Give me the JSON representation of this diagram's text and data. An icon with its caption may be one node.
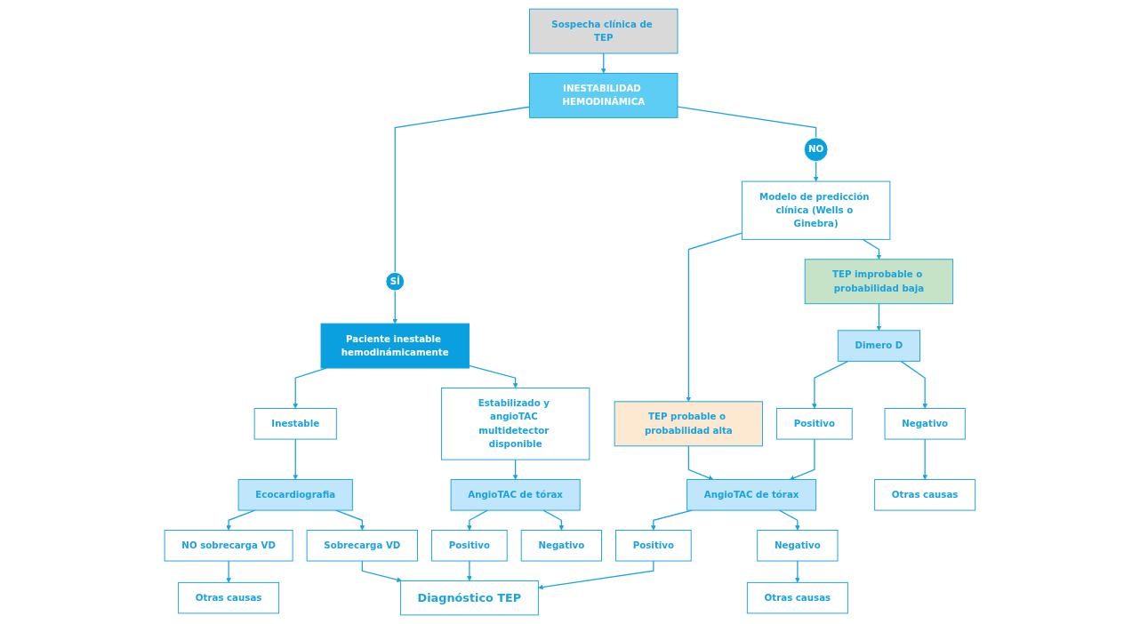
{
  "diagram": {
    "nodes": [
      {
        "text": [
          "Sospecha clínica de TEP"
        ]
      },
      {
        "text": [
          "INESTABILIDAD HEMODINÁMICA"
        ]
      },
      {
        "text": [
          "SÍ"
        ]
      },
      {
        "text": [
          "NO"
        ]
      },
      {
        "text": [
          "Paciente inestable hemodinámicamente"
        ]
      },
      {
        "text": [
          "Modelo de predicción clínica (Wells o Ginebra)"
        ]
      },
      {
        "text": [
          "Inestable"
        ]
      },
      {
        "text": [
          "Estabilizado y angioTAC multidetector disponible"
        ]
      },
      {
        "text": [
          "TEP probable o probabilidad alta"
        ]
      },
      {
        "text": [
          "TEP improbable o probabilidad baja"
        ]
      },
      {
        "text": [
          "Ecocardiografia"
        ]
      },
      {
        "text": [
          "AngioTAC de tórax"
        ]
      },
      {
        "text": [
          "AngioTAC de tórax"
        ]
      },
      {
        "text": [
          "Dimero D"
        ]
      },
      {
        "text": [
          "NO sobrecarga VD"
        ]
      },
      {
        "text": [
          "Sobrecarga VD"
        ]
      },
      {
        "text": [
          "Positivo"
        ]
      },
      {
        "text": [
          "Negativo"
        ]
      },
      {
        "text": [
          "Positivo"
        ]
      },
      {
        "text": [
          "Negativo"
        ]
      },
      {
        "text": [
          "Positivo"
        ]
      },
      {
        "text": [
          "Negativo"
        ]
      },
      {
        "text": [
          "Otras causas"
        ]
      },
      {
        "text": [
          "Diagnóstico TEP"
        ]
      },
      {
        "text": [
          "Otras causas"
        ]
      },
      {
        "text": [
          "Otras causas"
        ]
      }
    ],
    "edges": [
      {
        "from": 0,
        "to": 1,
        "arrow": "to"
      },
      {
        "from": 1,
        "to": 2,
        "arrow": "none"
      },
      {
        "from": 2,
        "to": 4,
        "arrow": "to"
      },
      {
        "from": 1,
        "to": 3,
        "arrow": "none"
      },
      {
        "from": 3,
        "to": 5,
        "arrow": "to"
      },
      {
        "from": 4,
        "to": 6,
        "arrow": "to"
      },
      {
        "from": 4,
        "to": 7,
        "arrow": "to"
      },
      {
        "from": 5,
        "to": 8,
        "arrow": "to"
      },
      {
        "from": 5,
        "to": 9,
        "arrow": "to"
      },
      {
        "from": 6,
        "to": 10,
        "arrow": "to"
      },
      {
        "from": 7,
        "to": 11,
        "arrow": "to"
      },
      {
        "from": 8,
        "to": 12,
        "arrow": "to"
      },
      {
        "from": 9,
        "to": 13,
        "arrow": "to"
      },
      {
        "from": 10,
        "to": 14,
        "arrow": "to"
      },
      {
        "from": 10,
        "to": 15,
        "arrow": "to"
      },
      {
        "from": 11,
        "to": 16,
        "arrow": "to"
      },
      {
        "from": 11,
        "to": 17,
        "arrow": "to"
      },
      {
        "from": 12,
        "to": 18,
        "arrow": "to"
      },
      {
        "from": 12,
        "to": 19,
        "arrow": "to"
      },
      {
        "from": 13,
        "to": 20,
        "arrow": "to"
      },
      {
        "from": 13,
        "to": 21,
        "arrow": "to"
      },
      {
        "from": 20,
        "to": 12,
        "arrow": "to"
      },
      {
        "from": 14,
        "to": 22,
        "arrow": "to"
      },
      {
        "from": 15,
        "to": 23,
        "arrow": "to"
      },
      {
        "from": 16,
        "to": 23,
        "arrow": "to"
      },
      {
        "from": 18,
        "to": 23,
        "arrow": "to"
      },
      {
        "from": 19,
        "to": 24,
        "arrow": "to"
      },
      {
        "from": 21,
        "to": 25,
        "arrow": "to"
      }
    ]
  }
}
